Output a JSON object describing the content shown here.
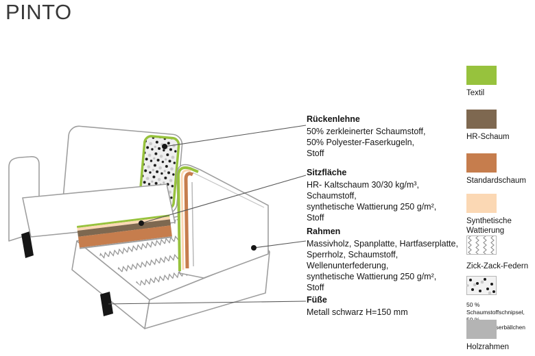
{
  "title": "PINTO",
  "annotations": [
    {
      "heading": "Rückenlehne",
      "lines": [
        "50% zerkleinerter Schaumstoff,",
        "50% Polyester-Faserkugeln,",
        "Stoff"
      ]
    },
    {
      "heading": "Sitzfläche",
      "lines": [
        "HR- Kaltschaum 30/30 kg/m³,",
        "Schaumstoff,",
        "synthetische Wattierung 250 g/m²,",
        "Stoff"
      ]
    },
    {
      "heading": "Rahmen",
      "lines": [
        "Massivholz, Spanplatte, Hartfaserplatte,",
        "Sperrholz, Schaumstoff,",
        "Wellenunterfederung,",
        "synthetische Wattierung 250 g/m²,",
        "Stoff"
      ]
    },
    {
      "heading": "Füße",
      "lines": [
        "Metall schwarz H=150 mm"
      ]
    }
  ],
  "legend": {
    "items": [
      {
        "swatch": "textile",
        "lines": [
          "Textil"
        ]
      },
      {
        "swatch": "hr-foam",
        "lines": [
          "HR-Schaum"
        ]
      },
      {
        "swatch": "standard-foam",
        "lines": [
          "Standardschaum"
        ]
      },
      {
        "swatch": "wadding",
        "lines": [
          "Synthetische",
          "Wattierung"
        ]
      },
      {
        "swatch": "zigzag",
        "lines": [
          "Zick-Zack-Federn"
        ]
      },
      {
        "swatch": "chips",
        "lines": [
          "50 % Schaumstoffschnipsel,",
          "50 % Polyesterfaserbällchen"
        ]
      },
      {
        "swatch": "wood",
        "lines": [
          "Holzrahmen"
        ]
      }
    ]
  },
  "colors": {
    "textile_green": "#97c23d",
    "hr_foam_brown": "#7e6850",
    "standard_foam_orange": "#c67d4d",
    "wadding_peach": "#fbd8b4",
    "wood_gray": "#b4b4b4",
    "outline_gray": "#9e9e9e",
    "leg_black": "#161616"
  }
}
